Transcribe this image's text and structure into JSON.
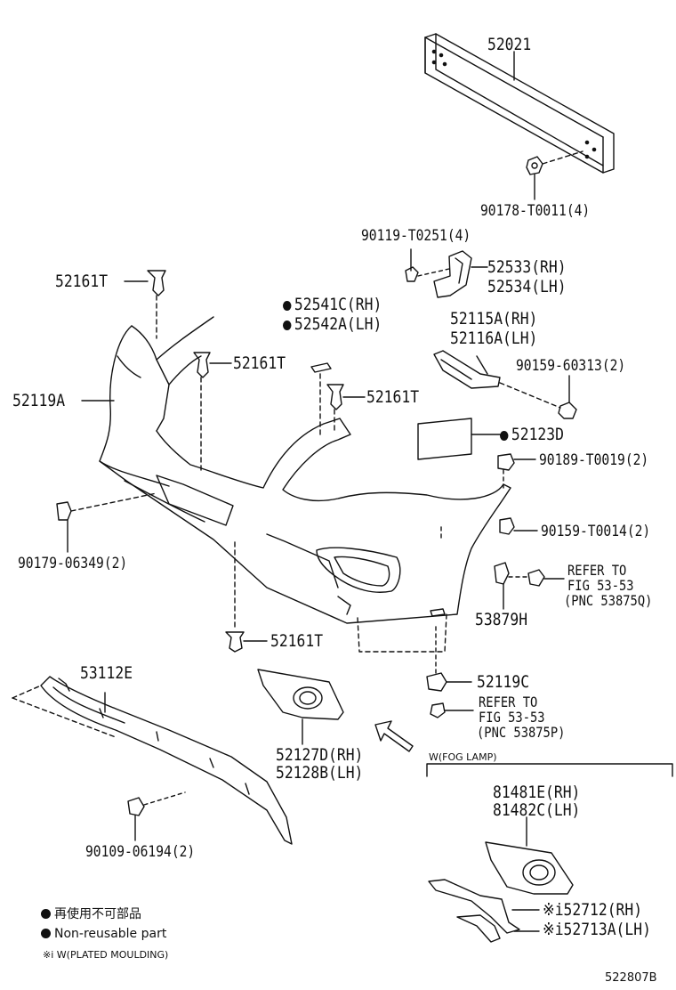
{
  "parts": {
    "p52021": "52021",
    "p90178": "90178-T0011(4)",
    "p90119": "90119-T0251(4)",
    "p52533": "52533(RH)",
    "p52534": "52534(LH)",
    "p52161T_a": "52161T",
    "p52541": "52541C(RH)",
    "p52542": "52542A(LH)",
    "p52115": "52115A(RH)",
    "p52116": "52116A(LH)",
    "p52161T_b": "52161T",
    "p90159a": "90159-60313(2)",
    "p52119A": "52119A",
    "p52161T_c": "52161T",
    "p52123D": "52123D",
    "p90189": "90189-T0019(2)",
    "p90159b": "90159-T0014(2)",
    "p90179": "90179-06349(2)",
    "p53879H": "53879H",
    "p52161T_d": "52161T",
    "p53112E": "53112E",
    "p52119C": "52119C",
    "p52127": "52127D(RH)",
    "p52128": "52128B(LH)",
    "p90109": "90109-06194(2)",
    "p81481": "81481E(RH)",
    "p81482": "81482C(LH)",
    "p52712": "52712(RH)",
    "p52713": "52713A(LH)"
  },
  "refs": {
    "ref1_l1": "REFER TO",
    "ref1_l2": "FIG 53-53",
    "ref1_l3": "(PNC 53875Q)",
    "ref2_l1": "REFER TO",
    "ref2_l2": "FIG 53-53",
    "ref2_l3": "(PNC 53875P)"
  },
  "fog_lamp_heading": "W(FOG LAMP)",
  "plated_mark": "※i",
  "legend": {
    "line1": "再使用不可部品",
    "line2": "Non-reusable part",
    "line3": "※i W(PLATED MOULDING)"
  },
  "figure_id": "522807B"
}
